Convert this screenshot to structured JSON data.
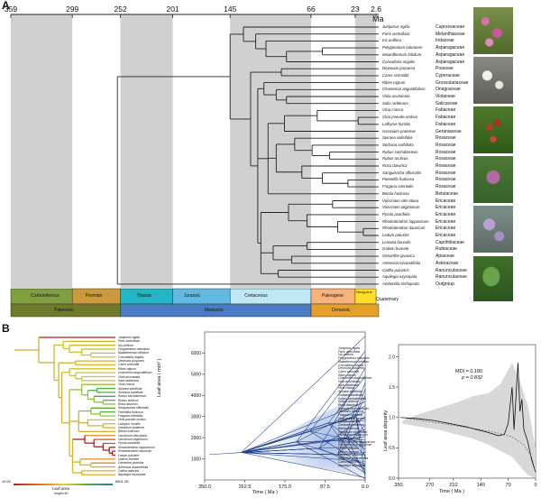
{
  "panel_a": {
    "letter": "A",
    "unit": "Ma",
    "time_ticks": [
      "359",
      "299",
      "252",
      "201",
      "145",
      "66",
      "23",
      "2.6"
    ],
    "taxa": [
      {
        "species": "Juniperus rigida",
        "family": "Cupressaceae"
      },
      {
        "species": "Paris verticillata",
        "family": "Melanthiaceae"
      },
      {
        "species": "Iris uniflora",
        "family": "Iridaceae"
      },
      {
        "species": "Polygonatum odoratum",
        "family": "Asparagaceae"
      },
      {
        "species": "Maianthemum bifolium",
        "family": "Asparagaceae"
      },
      {
        "species": "Convallaria majalis",
        "family": "Asparagaceae"
      },
      {
        "species": "Deyeuxia purpurea",
        "family": "Poaceae"
      },
      {
        "species": "Carex schmidtii",
        "family": "Cyperaceae"
      },
      {
        "species": "Ribes nigrum",
        "family": "Grossulariaceae"
      },
      {
        "species": "Chamerion angustifolium",
        "family": "Onagraceae"
      },
      {
        "species": "Viola acuminata",
        "family": "Violaceae"
      },
      {
        "species": "Salix raddeana",
        "family": "Salicaceae"
      },
      {
        "species": "Vicia cracca",
        "family": "Fabaceae"
      },
      {
        "species": "Vicia pseudo-orobus",
        "family": "Fabaceae"
      },
      {
        "species": "Lathyrus humilis",
        "family": "Fabaceae"
      },
      {
        "species": "Geranium pratense",
        "family": "Geraniaceae"
      },
      {
        "species": "Spiraea salicifolia",
        "family": "Rosaceae"
      },
      {
        "species": "Sorbaria sorbifolia",
        "family": "Rosaceae"
      },
      {
        "species": "Rubus sachalinensis",
        "family": "Rosaceae"
      },
      {
        "species": "Rubus arcticus",
        "family": "Rosaceae"
      },
      {
        "species": "Rosa davurica",
        "family": "Rosaceae"
      },
      {
        "species": "Sanguisorba officinalis",
        "family": "Rosaceae"
      },
      {
        "species": "Potentilla fruticosa",
        "family": "Rosaceae"
      },
      {
        "species": "Fragaria orientalis",
        "family": "Rosaceae"
      },
      {
        "species": "Betula fruticosa",
        "family": "Betulaceae"
      },
      {
        "species": "Vaccinium vitis-idaea",
        "family": "Ericaceae"
      },
      {
        "species": "Vaccinium uliginosum",
        "family": "Ericaceae"
      },
      {
        "species": "Pyrola asarifolia",
        "family": "Ericaceae"
      },
      {
        "species": "Rhododendron lapponicum",
        "family": "Ericaceae"
      },
      {
        "species": "Rhododendron dauricum",
        "family": "Ericaceae"
      },
      {
        "species": "Ledum palustre",
        "family": "Ericaceae"
      },
      {
        "species": "Linnaea borealis",
        "family": "Caprifoliaceae"
      },
      {
        "species": "Galium boreale",
        "family": "Rubiaceae"
      },
      {
        "species": "Oenanthe javanica",
        "family": "Apiaceae"
      },
      {
        "species": "Artemisia tanacetifolia",
        "family": "Asteraceae"
      },
      {
        "species": "Caltha palustris",
        "family": "Ranunculaceae"
      },
      {
        "species": "Aquilegia oxysepala",
        "family": "Ranunculaceae"
      },
      {
        "species": "Amborella trichopoda",
        "family": "Outgroup"
      }
    ],
    "periods": [
      "Carboniferous",
      "Permian",
      "Triassic",
      "Jurassic",
      "Cretaceous",
      "Paleogene",
      "Neog-ene",
      "Quaternary"
    ],
    "eras": [
      "Paleozoic",
      "Mesozoic",
      "Cenozoic"
    ],
    "colors": {
      "carboniferous": "#80a040",
      "permian": "#cc9a3a",
      "triassic": "#23b6c4",
      "jurassic": "#61b9e2",
      "cretaceous": "#bde8f4",
      "paleogene": "#f8b27a",
      "neogene": "#fedd2a",
      "paleozoic": "#6f7a2a",
      "mesozoic": "#4b7bc2",
      "cenozoic": "#e5a02a",
      "shade": "#d0d0d0"
    }
  },
  "panel_b": {
    "letter": "B",
    "legend": {
      "title": "Leaf area",
      "min": "15.52",
      "max": "6801.35",
      "scale": "length=50"
    },
    "taxa": [
      "Juniperus rigida",
      "Paris verticillata",
      "Iris uniflora",
      "Polygonatum odoratum",
      "Maianthemum bifolium",
      "Convallaria majalis",
      "Deyeuxia purpurea",
      "Carex schmidtii",
      "Ribes nigrum",
      "Chamerion angustifolium",
      "Viola acuminata",
      "Salix raddeana",
      "Vicia cracca",
      "Spiraea salicifolia",
      "Sorbaria sorbifolia",
      "Rubus sachalinensis",
      "Rubus arcticus",
      "Rosa davurica",
      "Sanguisorba officinalis",
      "Potentilla fruticosa",
      "Fragaria orientalis",
      "Vicia pseudo-orobus",
      "Lathyrus humilis",
      "Geranium pratense",
      "Betula fruticosa",
      "Vaccinium vitis-idaea",
      "Vaccinium uliginosum",
      "Pyrola asarifolia",
      "Rhododendron lapponicum",
      "Rhododendron dauricum",
      "Ledum palustre",
      "Galium boreale",
      "Oenanthe javanica",
      "Artemisia tanacetifolia",
      "Caltha palustris",
      "Aquilegia oxysepala"
    ],
    "traitgram": {
      "ylabel": "Leaf area ( mm² )",
      "xlabel": "Time ( Ma )",
      "x_ticks": [
        "350.0",
        "262.5",
        "175.0",
        "87.5",
        "0.0"
      ],
      "y_ticks": [
        "1000",
        "2000",
        "3000",
        "4000",
        "5000",
        "6000"
      ]
    },
    "disparity": {
      "ylabel": "Leaf area disparity",
      "xlabel": "Time ( Ma )",
      "x_ticks": [
        "350",
        "270",
        "210",
        "140",
        "70",
        "0"
      ],
      "y_ticks": [
        "0.0",
        "0.5",
        "1.0",
        "1.5",
        "2.0"
      ],
      "mdi": "MDI = 0.180",
      "p": "p = 0.832"
    }
  }
}
